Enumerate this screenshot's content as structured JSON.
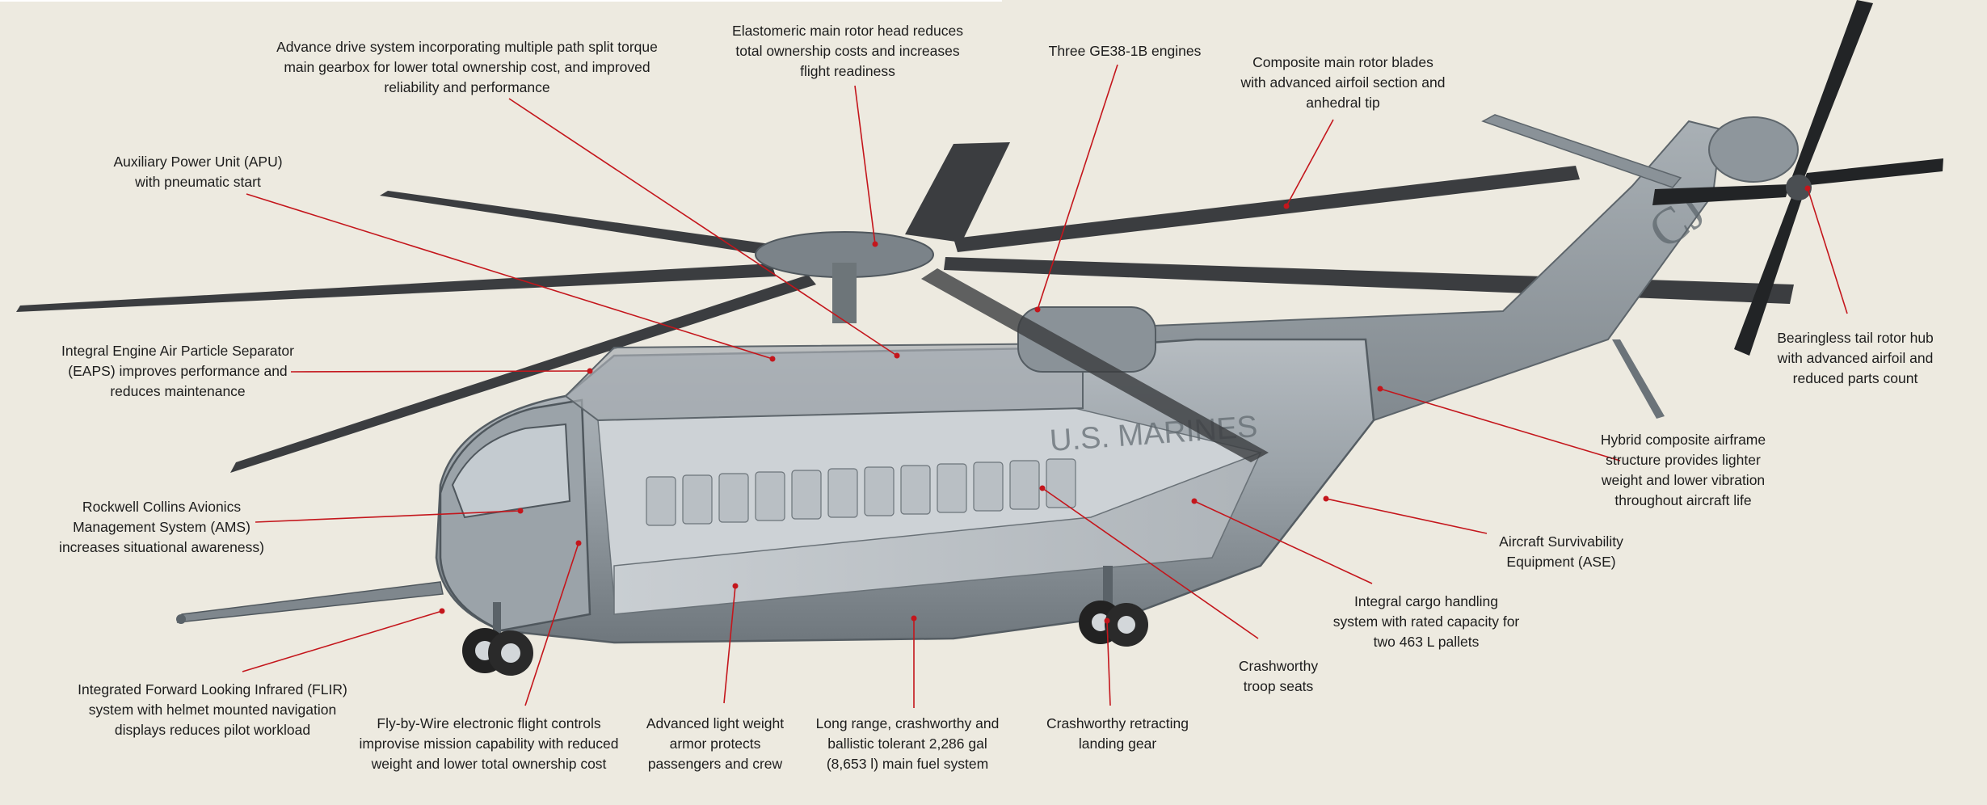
{
  "callouts": {
    "drive": [
      "Advance drive system incorporating multiple path split torque",
      "main gearbox for lower total ownership cost, and improved",
      "reliability and performance"
    ],
    "rotorhead": [
      "Elastomeric main rotor head reduces",
      "total ownership costs and increases",
      "flight readiness"
    ],
    "engines": [
      "Three GE38-1B engines"
    ],
    "blades": [
      "Composite main rotor blades",
      "with advanced airfoil section and",
      "anhedral tip"
    ],
    "apu": [
      "Auxiliary Power Unit (APU)",
      "with pneumatic start"
    ],
    "eaps": [
      "Integral Engine Air Particle Separator",
      "(EAPS) improves performance and",
      "reduces maintenance"
    ],
    "tailhub": [
      "Bearingless tail rotor hub",
      "with advanced airfoil and",
      "reduced parts count"
    ],
    "airframe": [
      "Hybrid composite airframe",
      "structure provides lighter",
      "weight and lower vibration",
      "throughout aircraft life"
    ],
    "avionics": [
      "Rockwell Collins Avionics",
      "Management System (AMS)",
      "increases situational awareness)"
    ],
    "ase": [
      "Aircraft Survivability",
      "Equipment (ASE)"
    ],
    "cargo": [
      "Integral cargo handling",
      "system with rated capacity for",
      "two 463 L pallets"
    ],
    "seats": [
      "Crashworthy",
      "troop seats"
    ],
    "flir": [
      "Integrated Forward Looking Infrared (FLIR)",
      "system with helmet mounted navigation",
      "displays reduces pilot workload"
    ],
    "fbw": [
      "Fly-by-Wire electronic flight controls",
      "improvise mission capability with reduced",
      "weight and lower total ownership cost"
    ],
    "armor": [
      "Advanced light weight",
      "armor protects",
      "passengers and crew"
    ],
    "fuel": [
      "Long range, crashworthy and",
      "ballistic tolerant 2,286 gal",
      "(8,653 l) main fuel system"
    ],
    "gear": [
      "Crashworthy retracting",
      "landing gear"
    ]
  },
  "fuselage_marking": "U.S. MARINES",
  "tail_marking": "CJ",
  "colors": {
    "background": "#edeae0",
    "leader": "#c4161c",
    "text": "#1d1d1d",
    "fuselage": "#8e969c",
    "blade": "#3b3d40"
  }
}
